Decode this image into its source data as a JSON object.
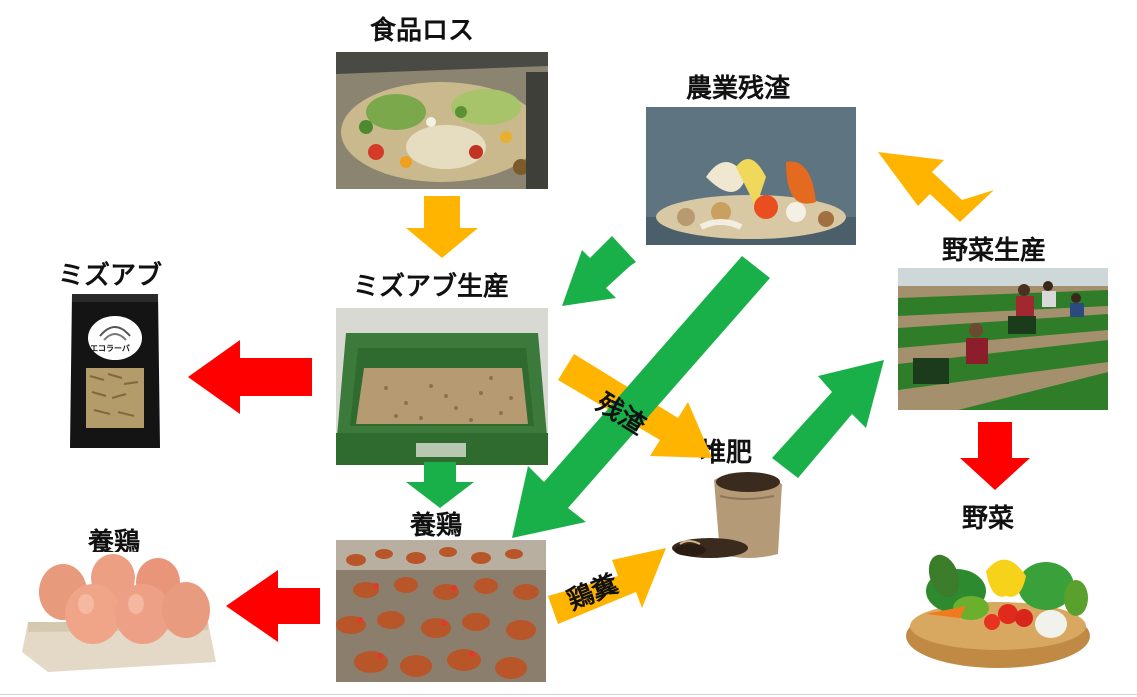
{
  "labels": {
    "food_loss": "食品ロス",
    "agri_residue": "農業残渣",
    "bsf_production": "ミズアブ生産",
    "bsf": "ミズアブ",
    "veg_production": "野菜生産",
    "compost": "堆肥",
    "poultry": "養鶏",
    "poultry_product": "養鶏",
    "vegetables": "野菜"
  },
  "arrow_labels": {
    "residue": "残渣",
    "manure": "鶏糞"
  },
  "package_text": "エコラーバ",
  "colors": {
    "yellow": "#ffb400",
    "green": "#19b04a",
    "red": "#ff0000"
  }
}
